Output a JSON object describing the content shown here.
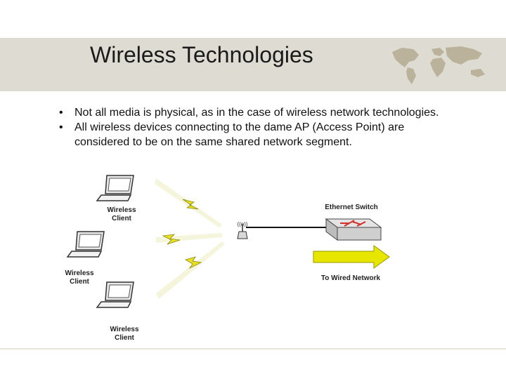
{
  "slide": {
    "title": "Wireless Technologies",
    "bullets": [
      "Not all media is physical, as in the case of wireless network technologies.",
      "All wireless devices connecting to the dame AP (Access Point) are considered to be on the same shared network segment."
    ]
  },
  "diagram": {
    "client_label_1": "Wireless\nClient",
    "client_label_2": "Wireless\nClient",
    "client_label_3": "Wireless\nClient",
    "switch_label": "Ethernet Switch",
    "wired_label": "To Wired Network",
    "ap_signal": "((o))"
  },
  "colors": {
    "title_band": "#dedbd3",
    "lightning": "#e8e020",
    "arrow": "#e6e600",
    "switch_ports": "#d0302a"
  }
}
